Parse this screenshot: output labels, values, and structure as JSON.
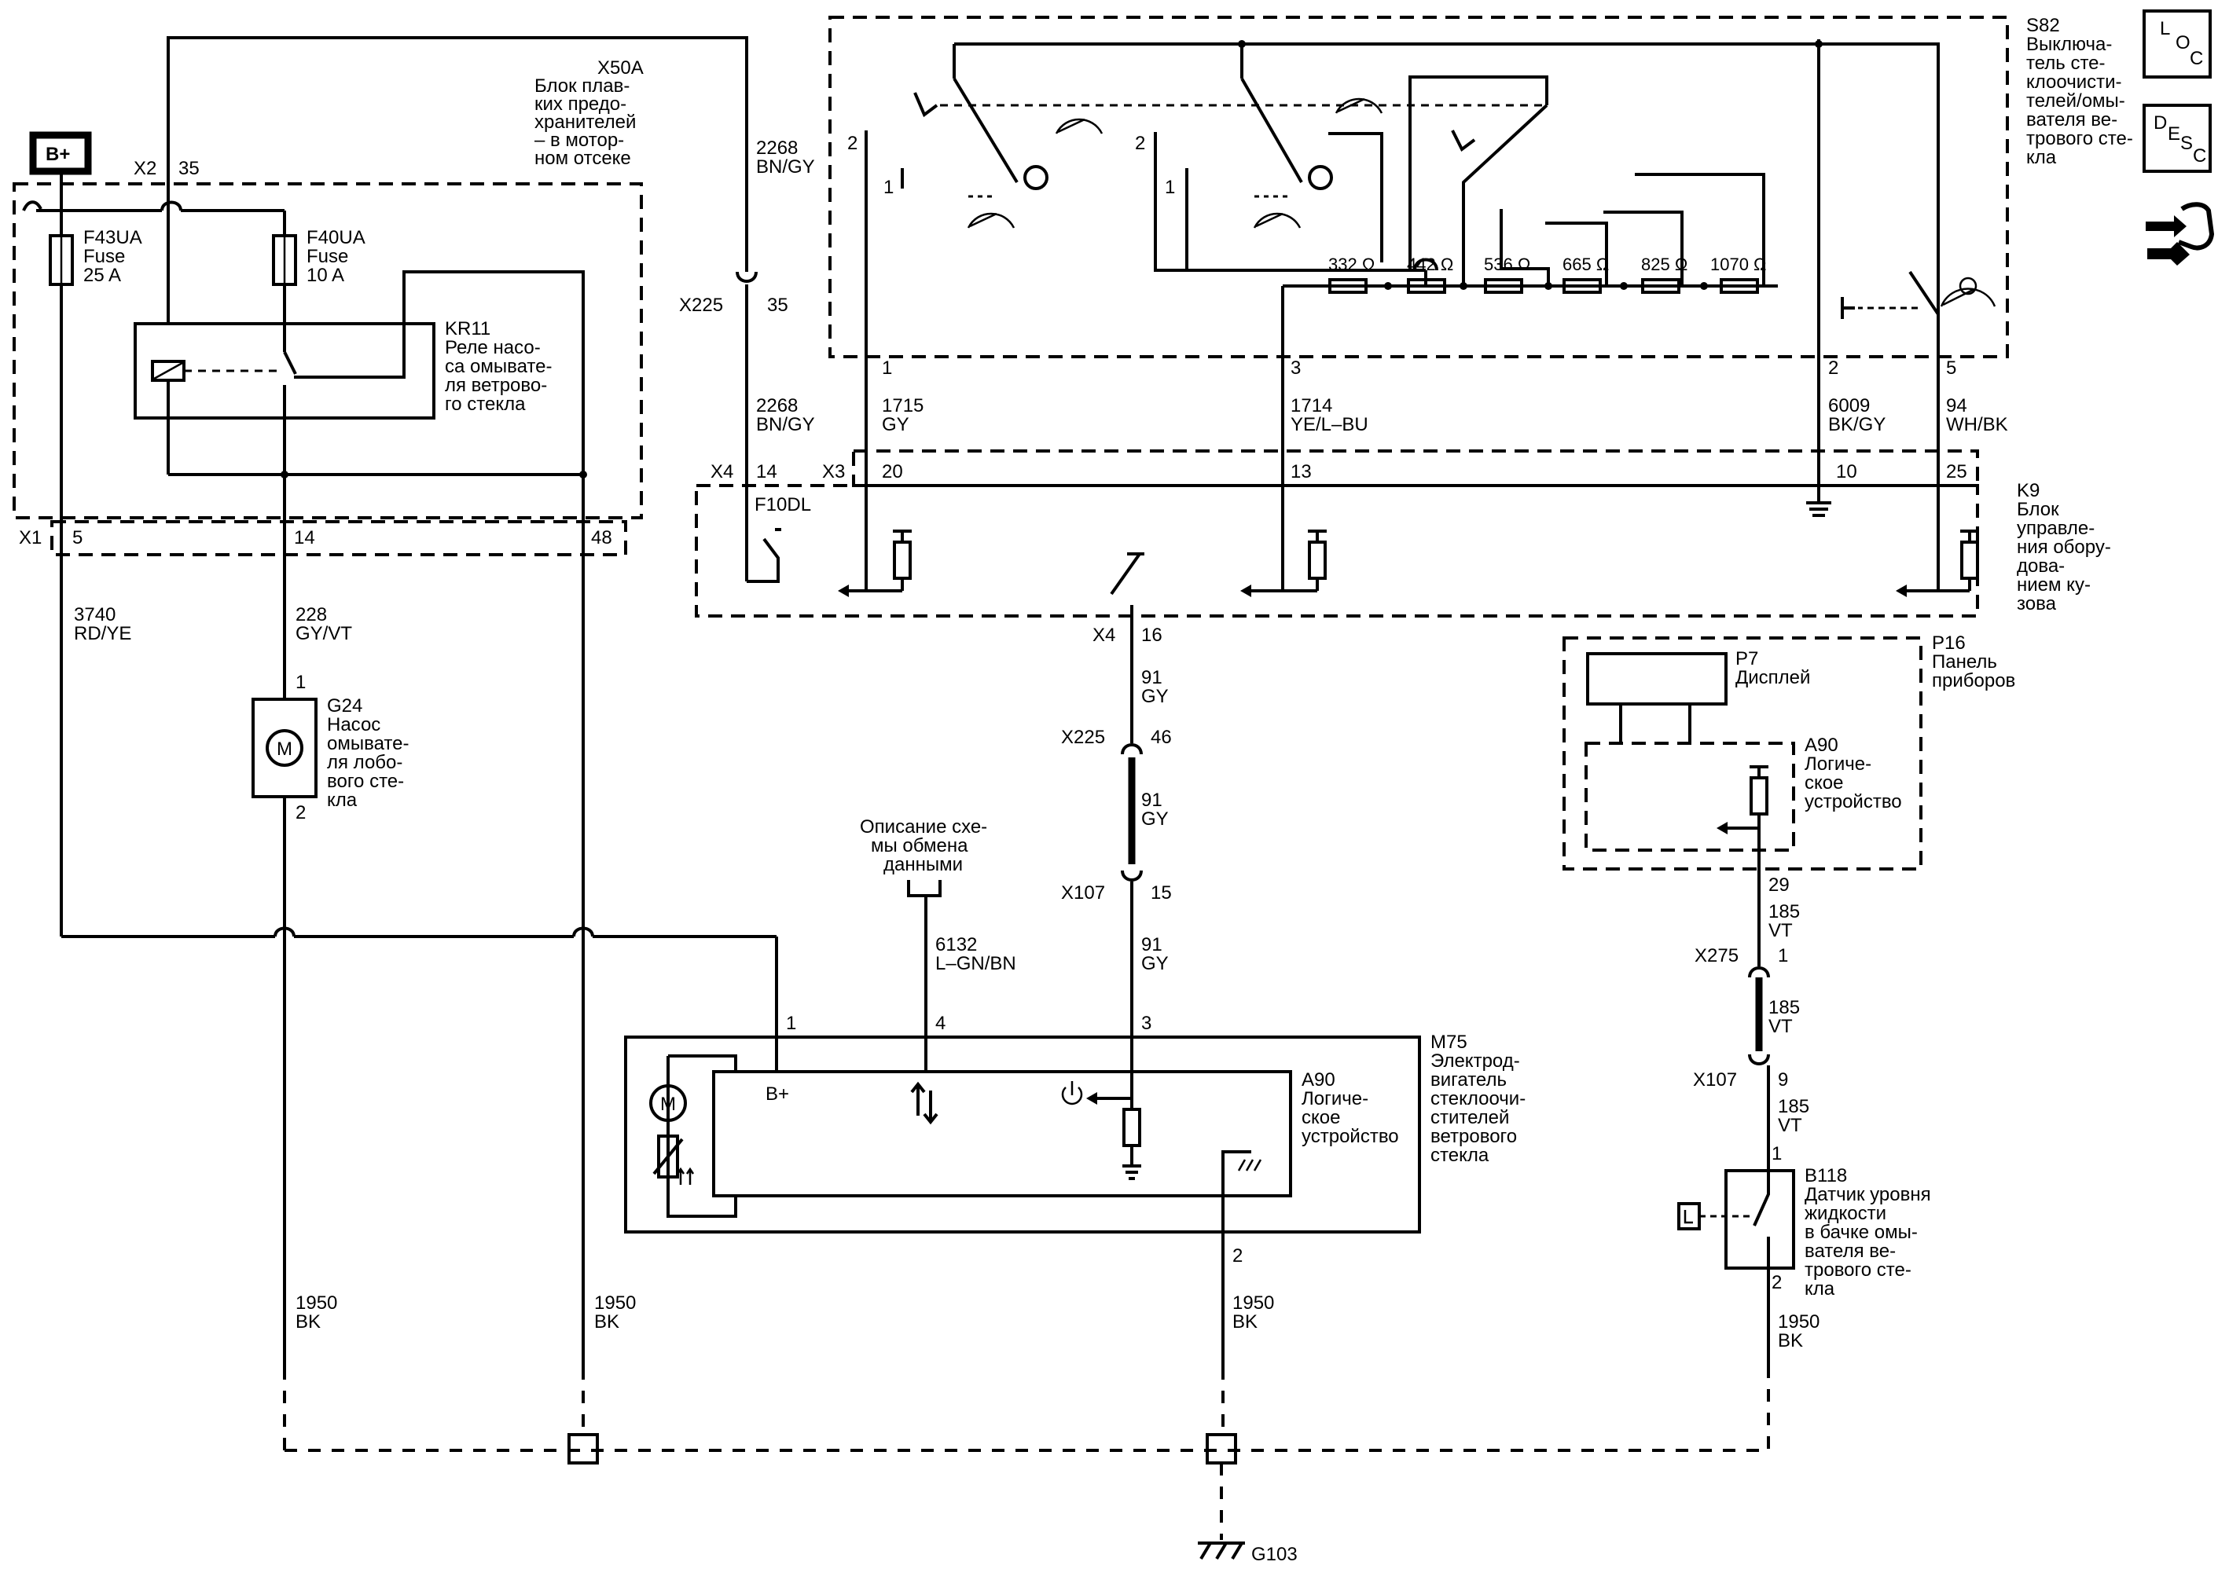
{
  "components": {
    "bplus": "B+",
    "x50a": {
      "id": "X50A",
      "l1": "Блок плав-",
      "l2": "ких предо-",
      "l3": "хранителей",
      "l4": "– в мотор-",
      "l5": "ном отсеке"
    },
    "f43ua": {
      "id": "F43UA",
      "t": "Fuse",
      "r": "25 A"
    },
    "f40ua": {
      "id": "F40UA",
      "t": "Fuse",
      "r": "10 A"
    },
    "kr11": {
      "id": "KR11",
      "l1": "Реле насо-",
      "l2": "са омывате-",
      "l3": "ля ветрово-",
      "l4": "го стекла"
    },
    "g24": {
      "id": "G24",
      "l1": "Насос",
      "l2": "омывате-",
      "l3": "ля лобо-",
      "l4": "вого сте-",
      "l5": "кла"
    },
    "s82": {
      "id": "S82",
      "l1": "Выключа-",
      "l2": "тель сте-",
      "l3": "клоочисти-",
      "l4": "телей/омы-",
      "l5": "вателя ве-",
      "l6": "трового сте-",
      "l7": "кла"
    },
    "k9": {
      "id": "K9",
      "l1": "Блок",
      "l2": "управле-",
      "l3": "ния обору-",
      "l4": "дова-",
      "l5": "нием ку-",
      "l6": "зова"
    },
    "f10dl": "F10DL",
    "p16": {
      "id": "P16",
      "l1": "Панель",
      "l2": "приборов"
    },
    "p7": {
      "id": "P7",
      "l1": "Дисплей"
    },
    "a90_p16": {
      "id": "A90",
      "l1": "Логиче-",
      "l2": "ское",
      "l3": "устройство"
    },
    "m75": {
      "id": "M75",
      "l1": "Электрод-",
      "l2": "вигатель",
      "l3": "стеклоочи-",
      "l4": "стителей",
      "l5": "ветрового",
      "l6": "стекла"
    },
    "a90_m75": {
      "id": "A90",
      "l1": "Логиче-",
      "l2": "ское",
      "l3": "устройство"
    },
    "m75_bplus": "B+",
    "b118": {
      "id": "B118",
      "l1": "Датчик уровня",
      "l2": "жидкости",
      "l3": "в бачке омы-",
      "l4": "вателя ве-",
      "l5": "трового сте-",
      "l6": "кла"
    },
    "data_desc": {
      "l1": "Описание схе-",
      "l2": "мы обмена",
      "l3": "данными"
    },
    "g103": "G103",
    "motor": "M"
  },
  "resistors": [
    "332 Ω",
    "442 Ω",
    "536 Ω",
    "665 Ω",
    "825 Ω",
    "1070 Ω"
  ],
  "connectors": {
    "x1": "X1",
    "x2": "X2",
    "x3": "X3",
    "x4a": "X4",
    "x4b": "X4",
    "x225a": "X225",
    "x225b": "X225",
    "x107a": "X107",
    "x107b": "X107",
    "x275": "X275"
  },
  "pins": {
    "x2_35": "35",
    "x1_5": "5",
    "x1_14": "14",
    "x1_48": "48",
    "x225_35": "35",
    "x4_14": "14",
    "x3_20": "20",
    "x3_13": "13",
    "x3_10": "10",
    "x3_25": "25",
    "s82_2a": "2",
    "s82_1a": "1",
    "s82_2b": "2",
    "s82_1b": "1",
    "s82_1": "1",
    "s82_3": "3",
    "s82_2": "2",
    "s82_5": "5",
    "x4_16": "16",
    "x225_46": "46",
    "x107_15": "15",
    "g24_1": "1",
    "g24_2": "2",
    "m75_1": "1",
    "m75_4": "4",
    "m75_3": "3",
    "m75_2": "2",
    "a90_29": "29",
    "x275_1": "1",
    "x107_9": "9",
    "b118_1": "1",
    "b118_2": "2"
  },
  "wires": {
    "w2268a": {
      "n": "2268",
      "c": "BN/GY"
    },
    "w2268b": {
      "n": "2268",
      "c": "BN/GY"
    },
    "w1715": {
      "n": "1715",
      "c": "GY"
    },
    "w1714": {
      "n": "1714",
      "c": "YE/L–BU"
    },
    "w6009": {
      "n": "6009",
      "c": "BK/GY"
    },
    "w94": {
      "n": "94",
      "c": "WH/BK"
    },
    "w3740": {
      "n": "3740",
      "c": "RD/YE"
    },
    "w228": {
      "n": "228",
      "c": "GY/VT"
    },
    "w91a": {
      "n": "91",
      "c": "GY"
    },
    "w91b": {
      "n": "91",
      "c": "GY"
    },
    "w91c": {
      "n": "91",
      "c": "GY"
    },
    "w6132": {
      "n": "6132",
      "c": "L–GN/BN"
    },
    "w185a": {
      "n": "185",
      "c": "VT"
    },
    "w185b": {
      "n": "185",
      "c": "VT"
    },
    "w185c": {
      "n": "185",
      "c": "VT"
    },
    "w1950a": {
      "n": "1950",
      "c": "BK"
    },
    "w1950b": {
      "n": "1950",
      "c": "BK"
    },
    "w1950c": {
      "n": "1950",
      "c": "BK"
    },
    "w1950d": {
      "n": "1950",
      "c": "BK"
    }
  },
  "legend": {
    "loc": {
      "a": "L",
      "b": "O",
      "c": "C"
    },
    "desc": {
      "a": "D",
      "b": "E",
      "c": "S",
      "d": "C"
    }
  },
  "icons": [
    "loc-icon",
    "desc-icon",
    "service-hand-wrench-icon",
    "wiper-icon",
    "washer-icon",
    "motor-icon",
    "ground-icon"
  ]
}
